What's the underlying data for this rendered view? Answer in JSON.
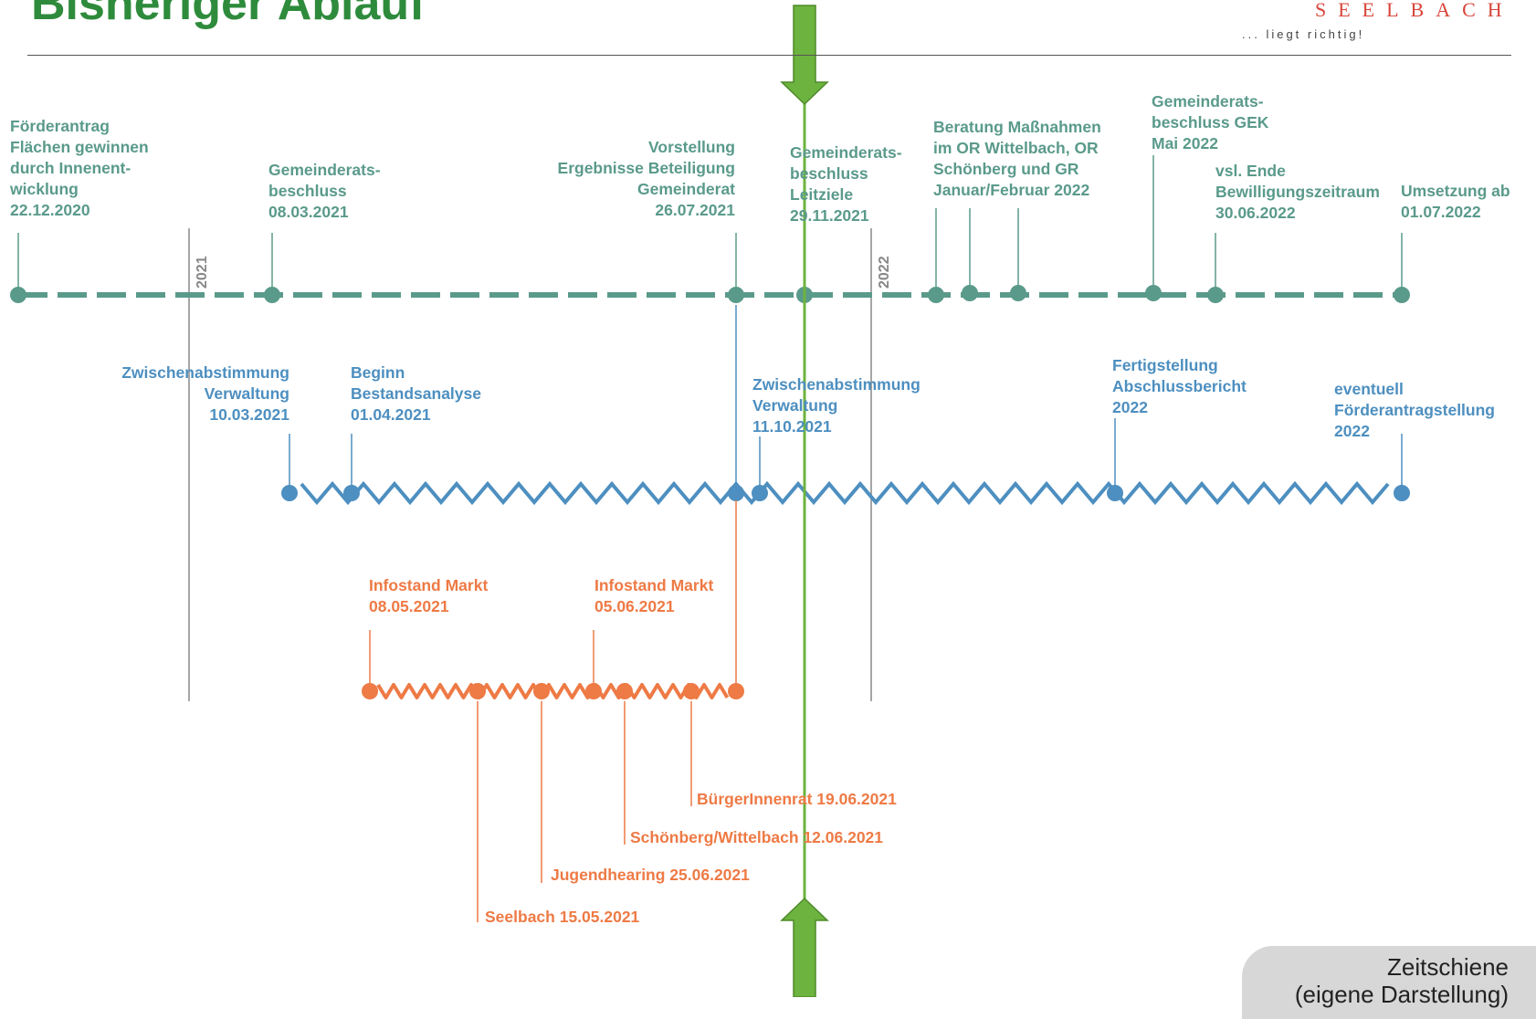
{
  "header": {
    "title": "Bisheriger Ablauf",
    "logo_name": "SEELBACH",
    "logo_tagline": "... liegt richtig!"
  },
  "colors": {
    "title_green": "#2e8b3c",
    "track_green": "#5a9a8b",
    "track_blue": "#4d8fc0",
    "track_orange": "#ee7a45",
    "today_marker": "#6db33f",
    "year_divider": "#888888"
  },
  "year_markers": [
    "2021",
    "2022"
  ],
  "main_track": [
    {
      "lines": [
        "Förderantrag",
        "Flächen gewinnen",
        "durch Innenent-",
        "wicklung",
        "22.12.2020"
      ]
    },
    {
      "lines": [
        "Gemeinderats-",
        "beschluss",
        "08.03.2021"
      ]
    },
    {
      "lines": [
        "Vorstellung",
        "Ergebnisse Beteiligung",
        "Gemeinderat",
        "26.07.2021"
      ]
    },
    {
      "lines": [
        "Gemeinderats-",
        "beschluss",
        "Leitziele",
        "29.11.2021"
      ]
    },
    {
      "lines": [
        "Beratung Maßnahmen",
        "im OR Wittelbach, OR",
        "Schönberg und GR",
        "Januar/Februar 2022"
      ]
    },
    {
      "lines": [
        "Gemeinderats-",
        "beschluss GEK",
        "Mai 2022"
      ]
    },
    {
      "lines": [
        "vsl. Ende",
        "Bewilligungszeitraum",
        "30.06.2022"
      ]
    },
    {
      "lines": [
        "Umsetzung ab",
        "01.07.2022"
      ]
    }
  ],
  "admin_track": [
    {
      "lines": [
        "Zwischenabstimmung",
        "Verwaltung",
        "10.03.2021"
      ]
    },
    {
      "lines": [
        "Beginn",
        "Bestandsanalyse",
        "01.04.2021"
      ]
    },
    {
      "lines": [
        "Zwischenabstimmung",
        "Verwaltung",
        "11.10.2021"
      ]
    },
    {
      "lines": [
        "Fertigstellung",
        "Abschlussbericht",
        "2022"
      ]
    },
    {
      "lines": [
        "eventuell",
        "Förderantragstellung",
        "2022"
      ]
    }
  ],
  "participation_track": {
    "above": [
      {
        "lines": [
          "Infostand Markt",
          "08.05.2021"
        ]
      },
      {
        "lines": [
          "Infostand Markt",
          "05.06.2021"
        ]
      }
    ],
    "below": [
      {
        "text": "BürgerInnenrat 19.06.2021"
      },
      {
        "text": "Schönberg/Wittelbach 12.06.2021"
      },
      {
        "text": "Jugendhearing 25.06.2021"
      },
      {
        "text": "Seelbach 15.05.2021"
      }
    ]
  },
  "caption": {
    "line1": "Zeitschiene",
    "line2": "(eigene Darstellung)"
  }
}
